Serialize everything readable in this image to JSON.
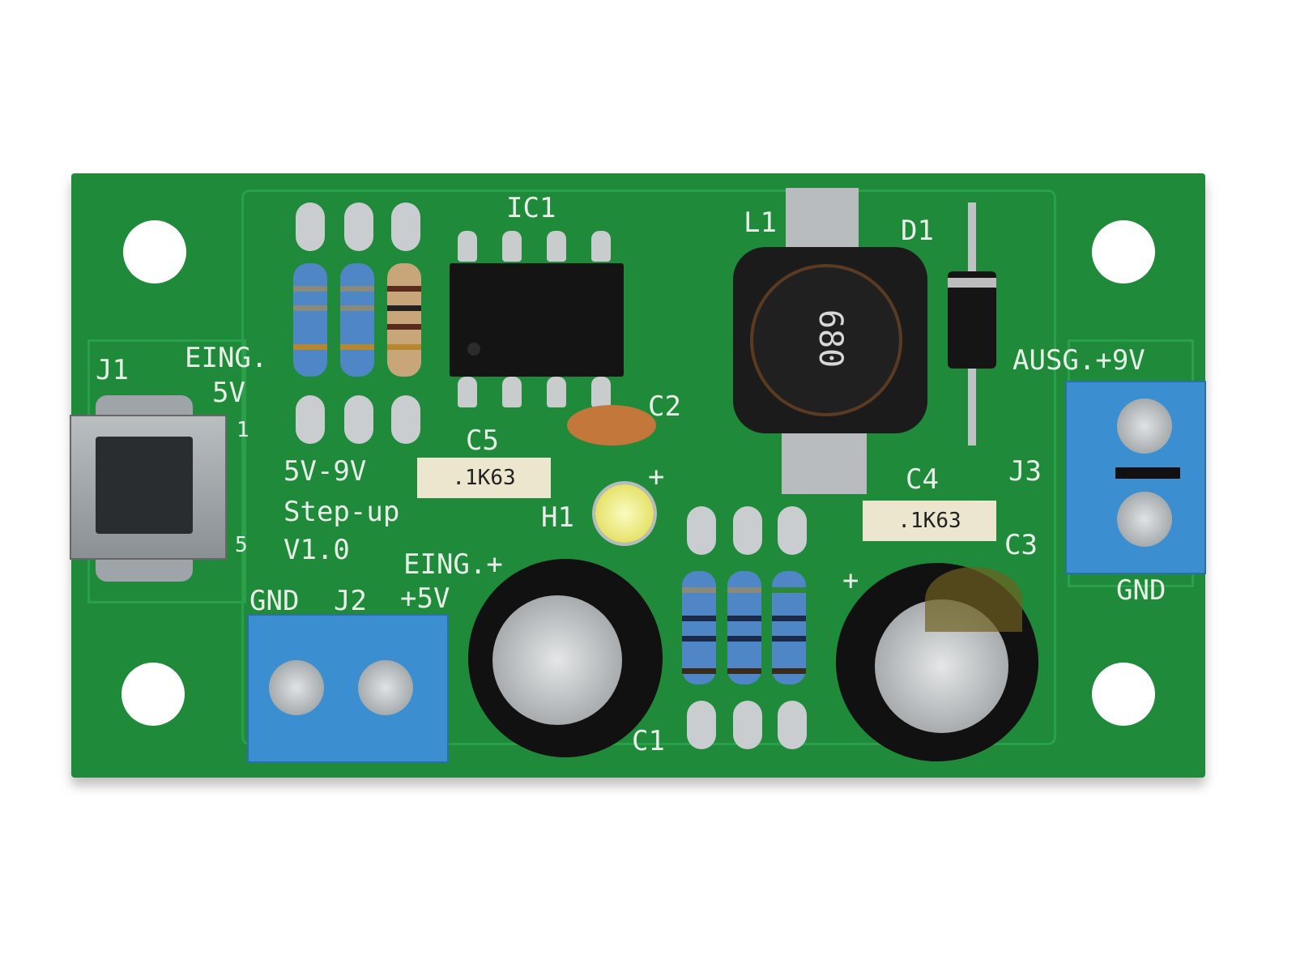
{
  "board": {
    "colors": {
      "pcb": "#1e8a3a",
      "silkscreen": "#e8efe8",
      "terminal": "#3b8fd0"
    },
    "labels": {
      "ic1": "IC1",
      "l1": "L1",
      "d1": "D1",
      "j1": "J1",
      "eing": "EING.",
      "five_v": "5V",
      "title1": "5V-9V",
      "title2": "Step-up",
      "version": "V1.0",
      "c5": "C5",
      "c2": "C2",
      "h1": "H1",
      "plus_led": "+",
      "eing_plus": "EING.+",
      "plus5v": "+5V",
      "gnd_j2": "GND",
      "j2": "J2",
      "c1": "C1",
      "c4": "C4",
      "c3": "C3",
      "plus_c3": "+",
      "ausg": "AUSG.+9V",
      "j3": "J3",
      "gnd_j3": "GND",
      "pin1": "1",
      "pin5": "5"
    },
    "markings": {
      "c5": ".1K63",
      "c4": ".1K63",
      "inductor": "680"
    }
  }
}
